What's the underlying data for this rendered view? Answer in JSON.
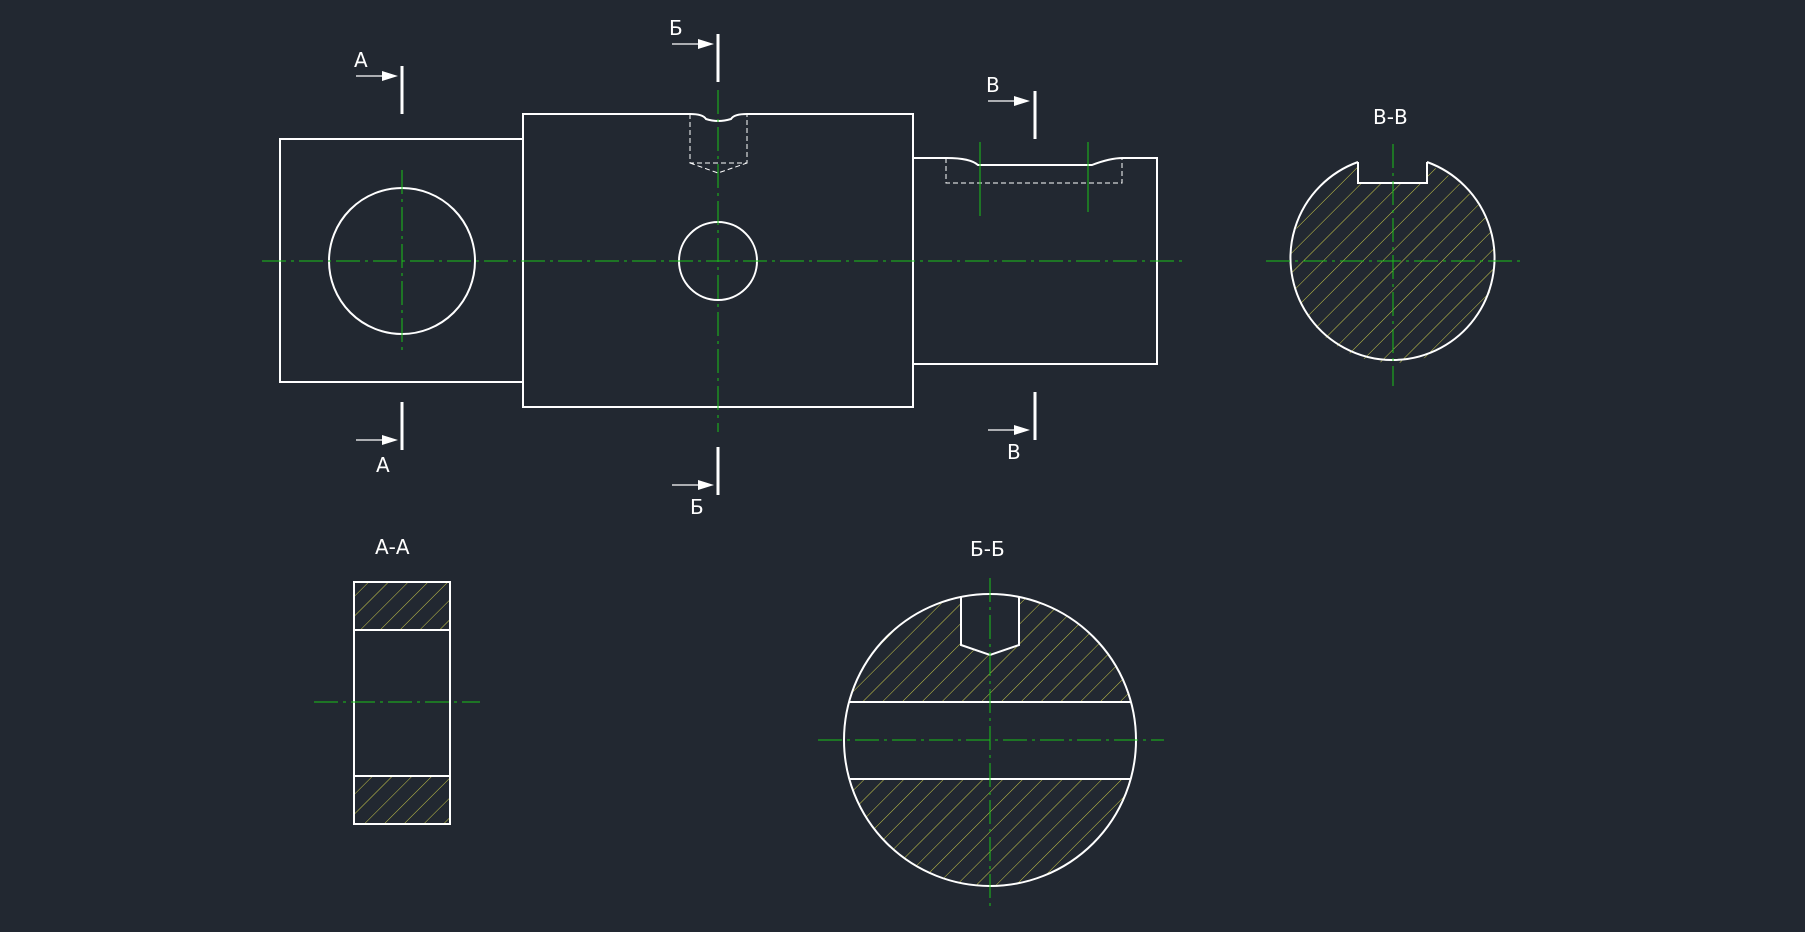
{
  "colors": {
    "background": "#222831",
    "outline": "#ffffff",
    "centerline": "#19c219",
    "hatch": "#c8c84a"
  },
  "main_view": {
    "cut_labels": {
      "a_top": "А",
      "a_bottom": "А",
      "b_top": "Б",
      "b_bottom": "Б",
      "v_top": "В",
      "v_bottom": "В"
    }
  },
  "sections": {
    "aa_title": "А-А",
    "bb_title": "Б-Б",
    "vv_title": "В-В"
  }
}
